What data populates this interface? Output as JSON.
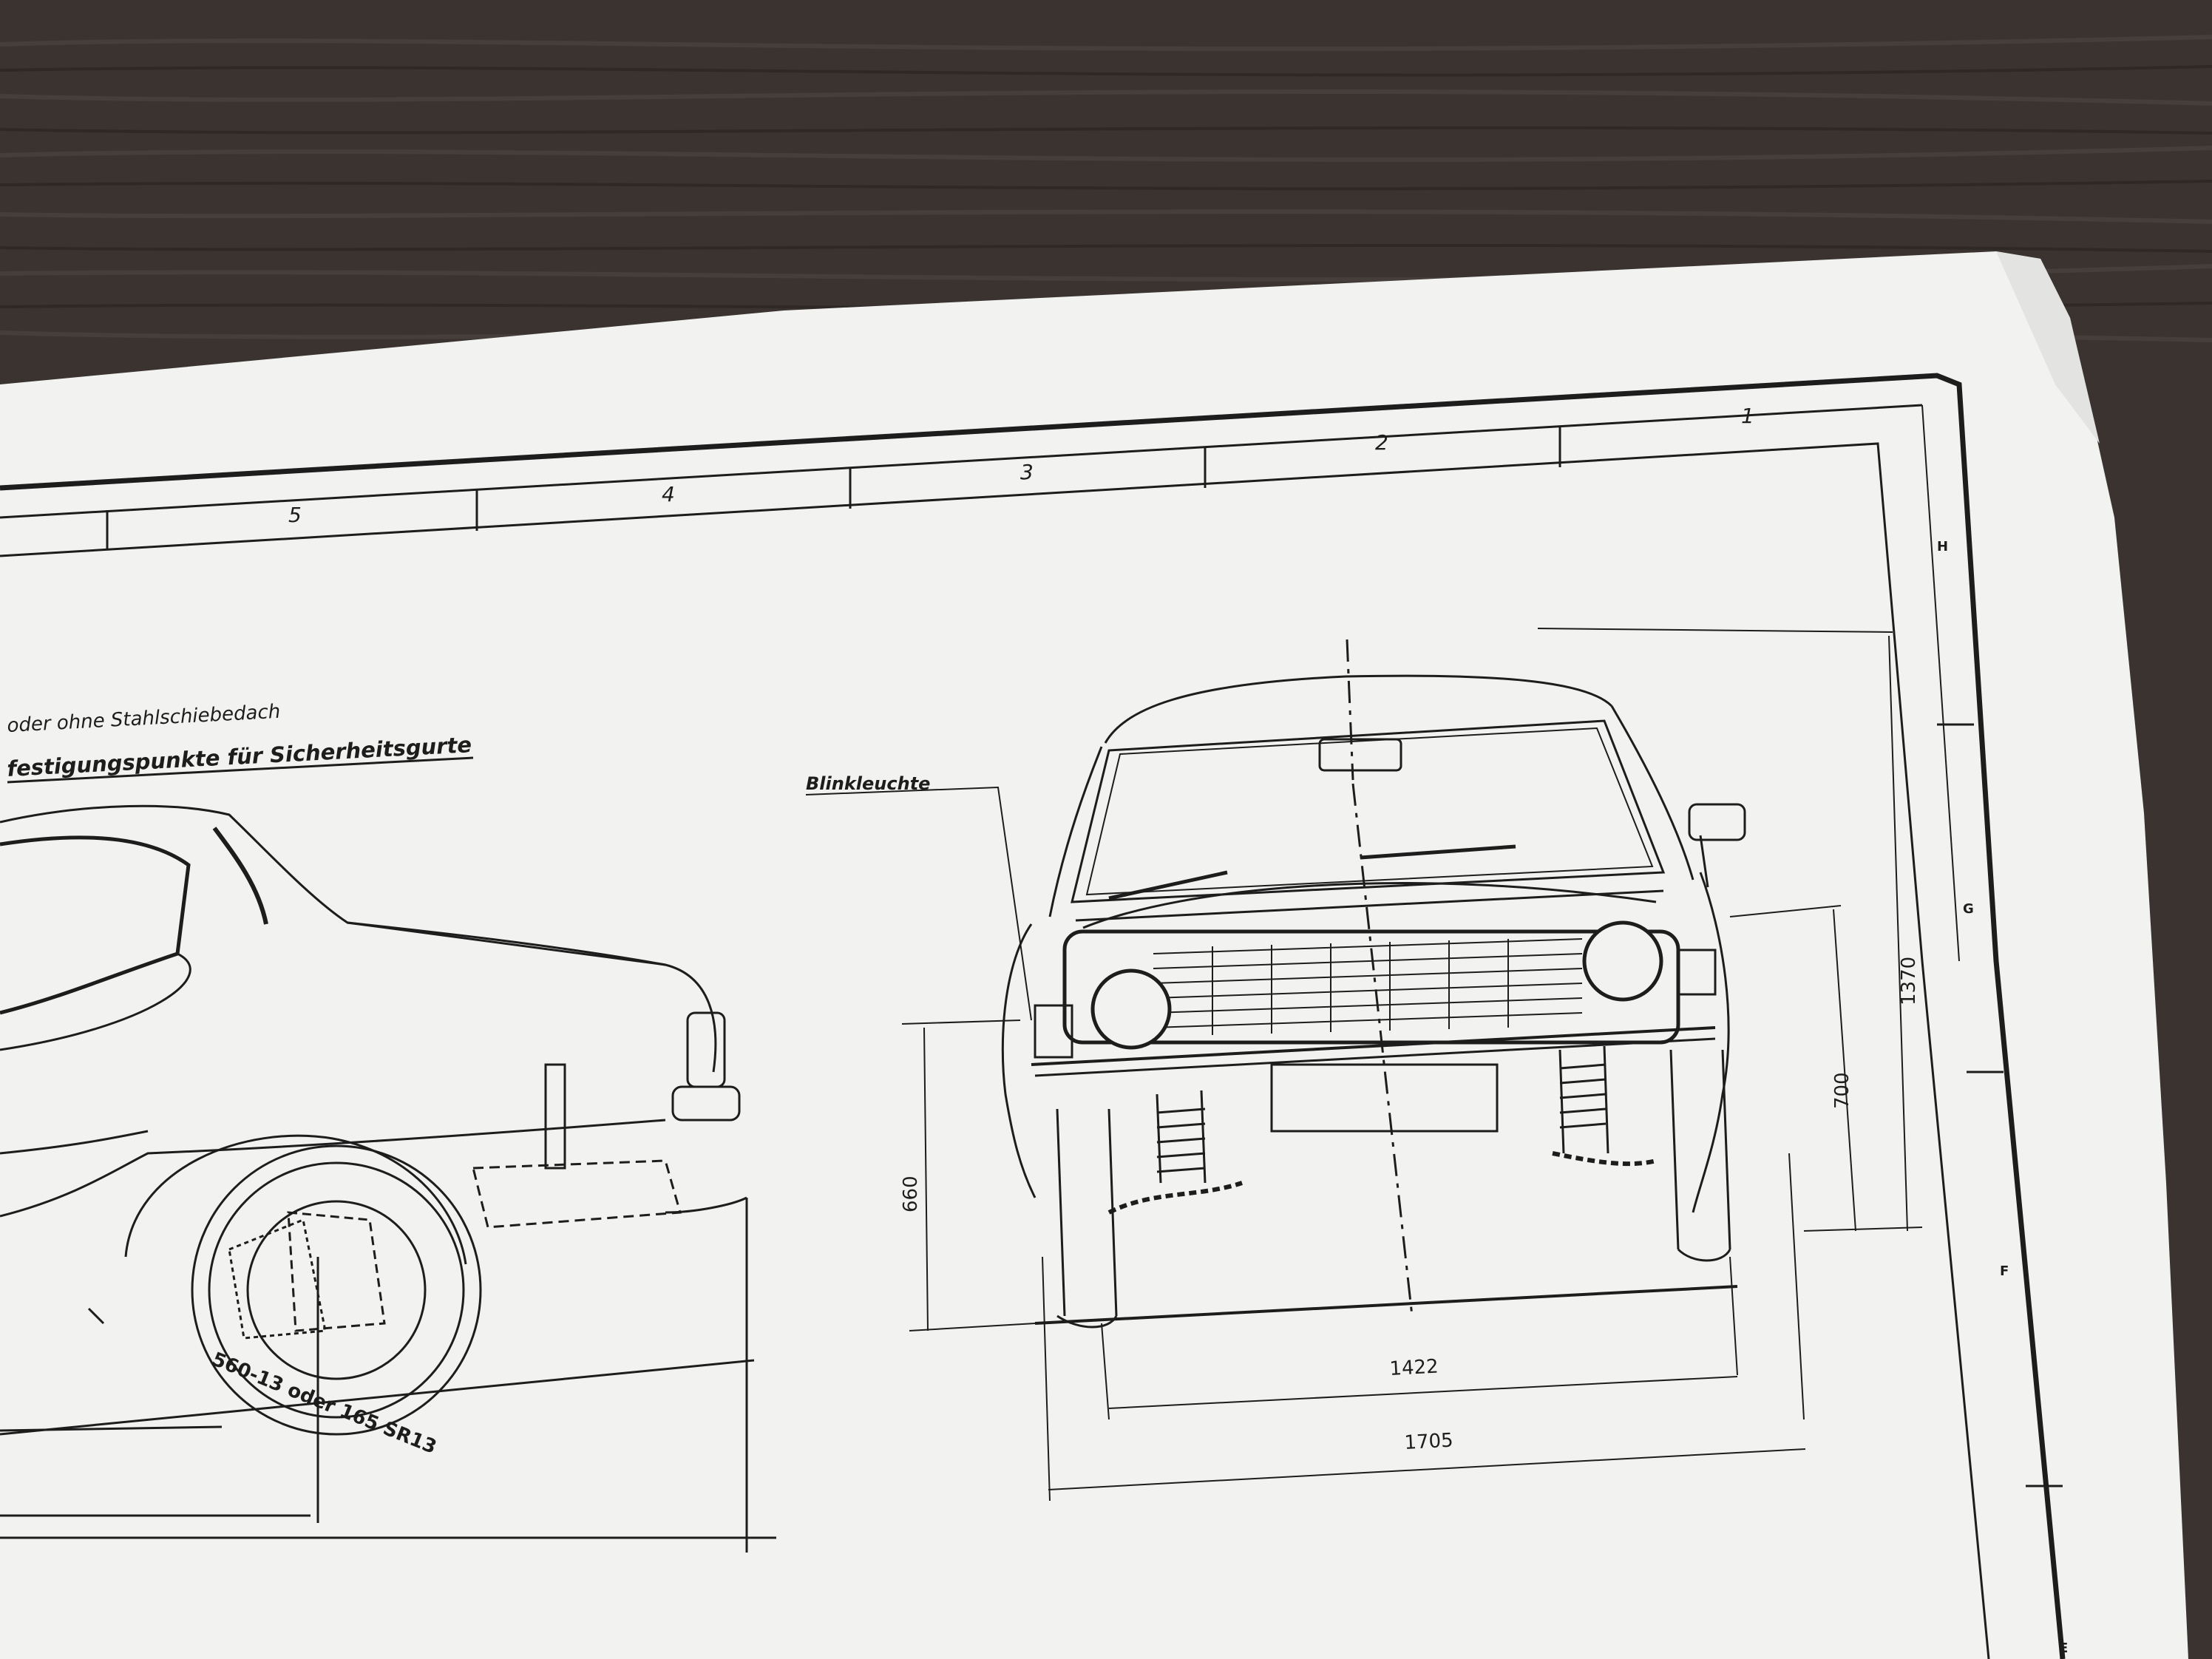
{
  "title_lines": {
    "line1": "oder ohne Stahlschiebedach",
    "line2": "festigungspunkte  für  Sicherheitsgurte"
  },
  "zone_numbers": [
    "5",
    "4",
    "3",
    "2",
    "1"
  ],
  "row_letters": [
    "H",
    "G",
    "F",
    "E"
  ],
  "callouts": {
    "blinker": "Blinkleuchte",
    "tire": "560-13 oder 165 SR13"
  },
  "dimensions": {
    "track": "1422",
    "width": "1705",
    "height": "1370",
    "light_height": "700",
    "front_height": "660"
  },
  "colors": {
    "paper": "#f2f2f0",
    "ink": "#1d1d1d",
    "wood": "#3a3330"
  }
}
